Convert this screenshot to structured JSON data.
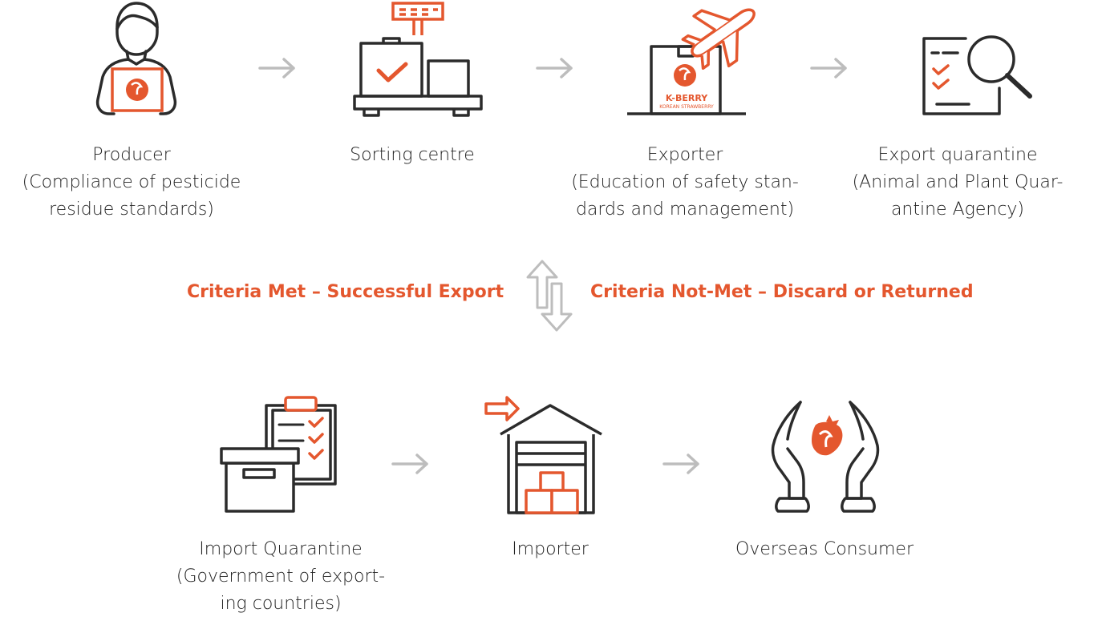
{
  "steps_top": [
    {
      "title": "Producer",
      "sub": [
        "(Compliance of pesticide",
        "residue standards)"
      ],
      "icon": "producer-icon"
    },
    {
      "title": "Sorting centre",
      "sub": [],
      "icon": "sorting-scale-icon"
    },
    {
      "title": "Exporter",
      "sub": [
        "(Education of safety stan-",
        "dards and management)"
      ],
      "icon": "export-box-plane-icon"
    },
    {
      "title": "Export quarantine",
      "sub": [
        "(Animal and Plant Quar-",
        "antine Agency)"
      ],
      "icon": "inspection-magnifier-icon"
    }
  ],
  "steps_bottom": [
    {
      "title": "Import Quarantine",
      "sub": [
        "(Government of export-",
        "ing countries)"
      ],
      "icon": "clipboard-box-icon"
    },
    {
      "title": "Importer",
      "sub": [],
      "icon": "warehouse-icon"
    },
    {
      "title": "Overseas Consumer",
      "sub": [],
      "icon": "hands-strawberry-icon"
    }
  ],
  "criteria": {
    "met": "Criteria Met – Successful Export",
    "not_met": "Criteria Not-Met – Discard or Returned"
  },
  "box_brand": {
    "name": "K-BERRY",
    "tagline": "KOREAN STRAWBERRY"
  },
  "colors": {
    "accent": "#e4572e",
    "ink": "#2b2b2b",
    "arrow": "#bdbdbd"
  }
}
